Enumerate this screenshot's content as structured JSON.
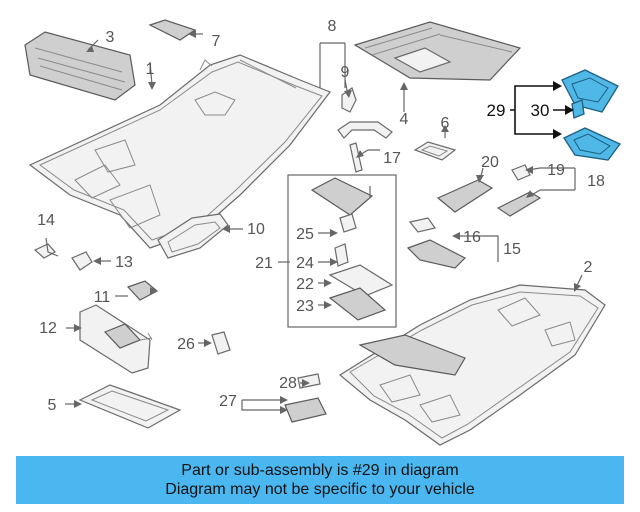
{
  "diagram": {
    "part_numbers": [
      "1",
      "2",
      "3",
      "4",
      "5",
      "6",
      "7",
      "8",
      "9",
      "10",
      "11",
      "12",
      "13",
      "14",
      "15",
      "16",
      "17",
      "18",
      "19",
      "20",
      "21",
      "22",
      "23",
      "24",
      "25",
      "26",
      "27",
      "28",
      "29",
      "30"
    ]
  },
  "banner": {
    "line1": "Part or sub-assembly is #29 in diagram",
    "line2": "Diagram may not be specific to your vehicle"
  },
  "colors": {
    "banner_bg": "#4ab7f0",
    "highlight": "#4fb8e6"
  }
}
